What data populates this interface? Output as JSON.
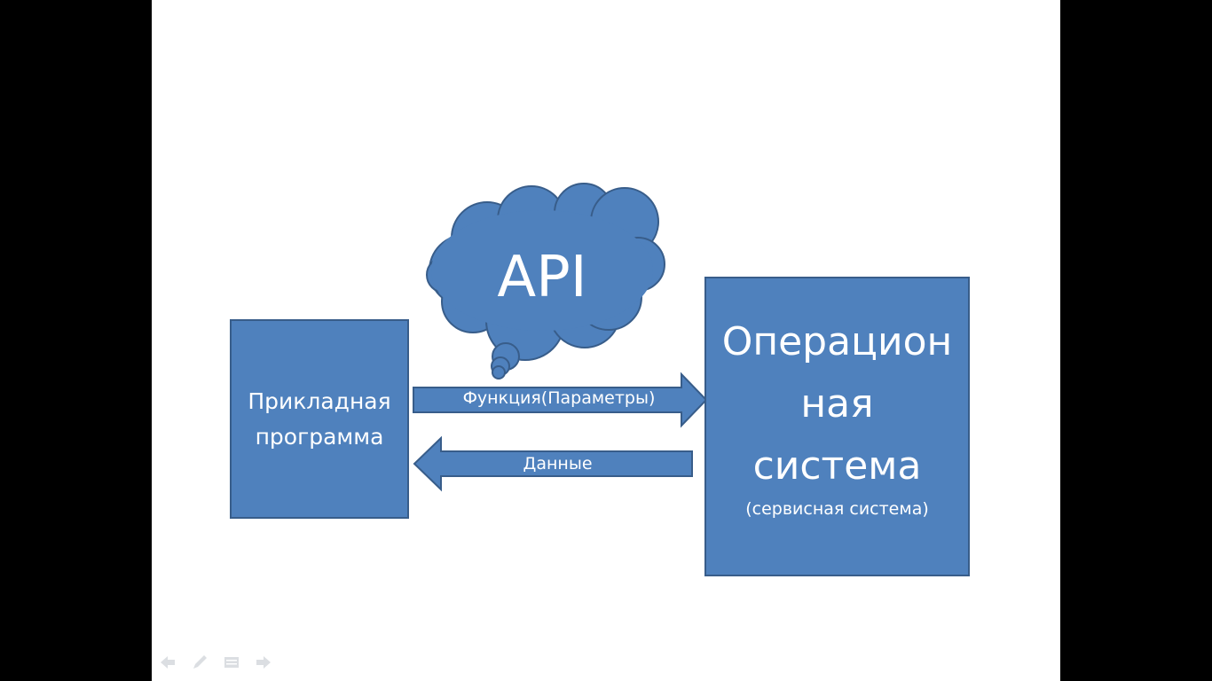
{
  "diagram": {
    "api_label": "API",
    "application_box": {
      "line1": "Прикладная",
      "line2": "программа"
    },
    "os_box": {
      "line1": "Операцион",
      "line2": "ная",
      "line3": "система",
      "subtitle": "(сервисная система)"
    },
    "arrow_call": "Функция(Параметры)",
    "arrow_return": "Данные"
  },
  "colors": {
    "shape_fill": "#4f81bd",
    "shape_border": "#385d8a",
    "slide_background": "#ffffff",
    "outer_background": "#000000"
  },
  "slideshow_controls": [
    "back-arrow-icon",
    "pen-icon",
    "menu-icon",
    "forward-arrow-icon"
  ]
}
